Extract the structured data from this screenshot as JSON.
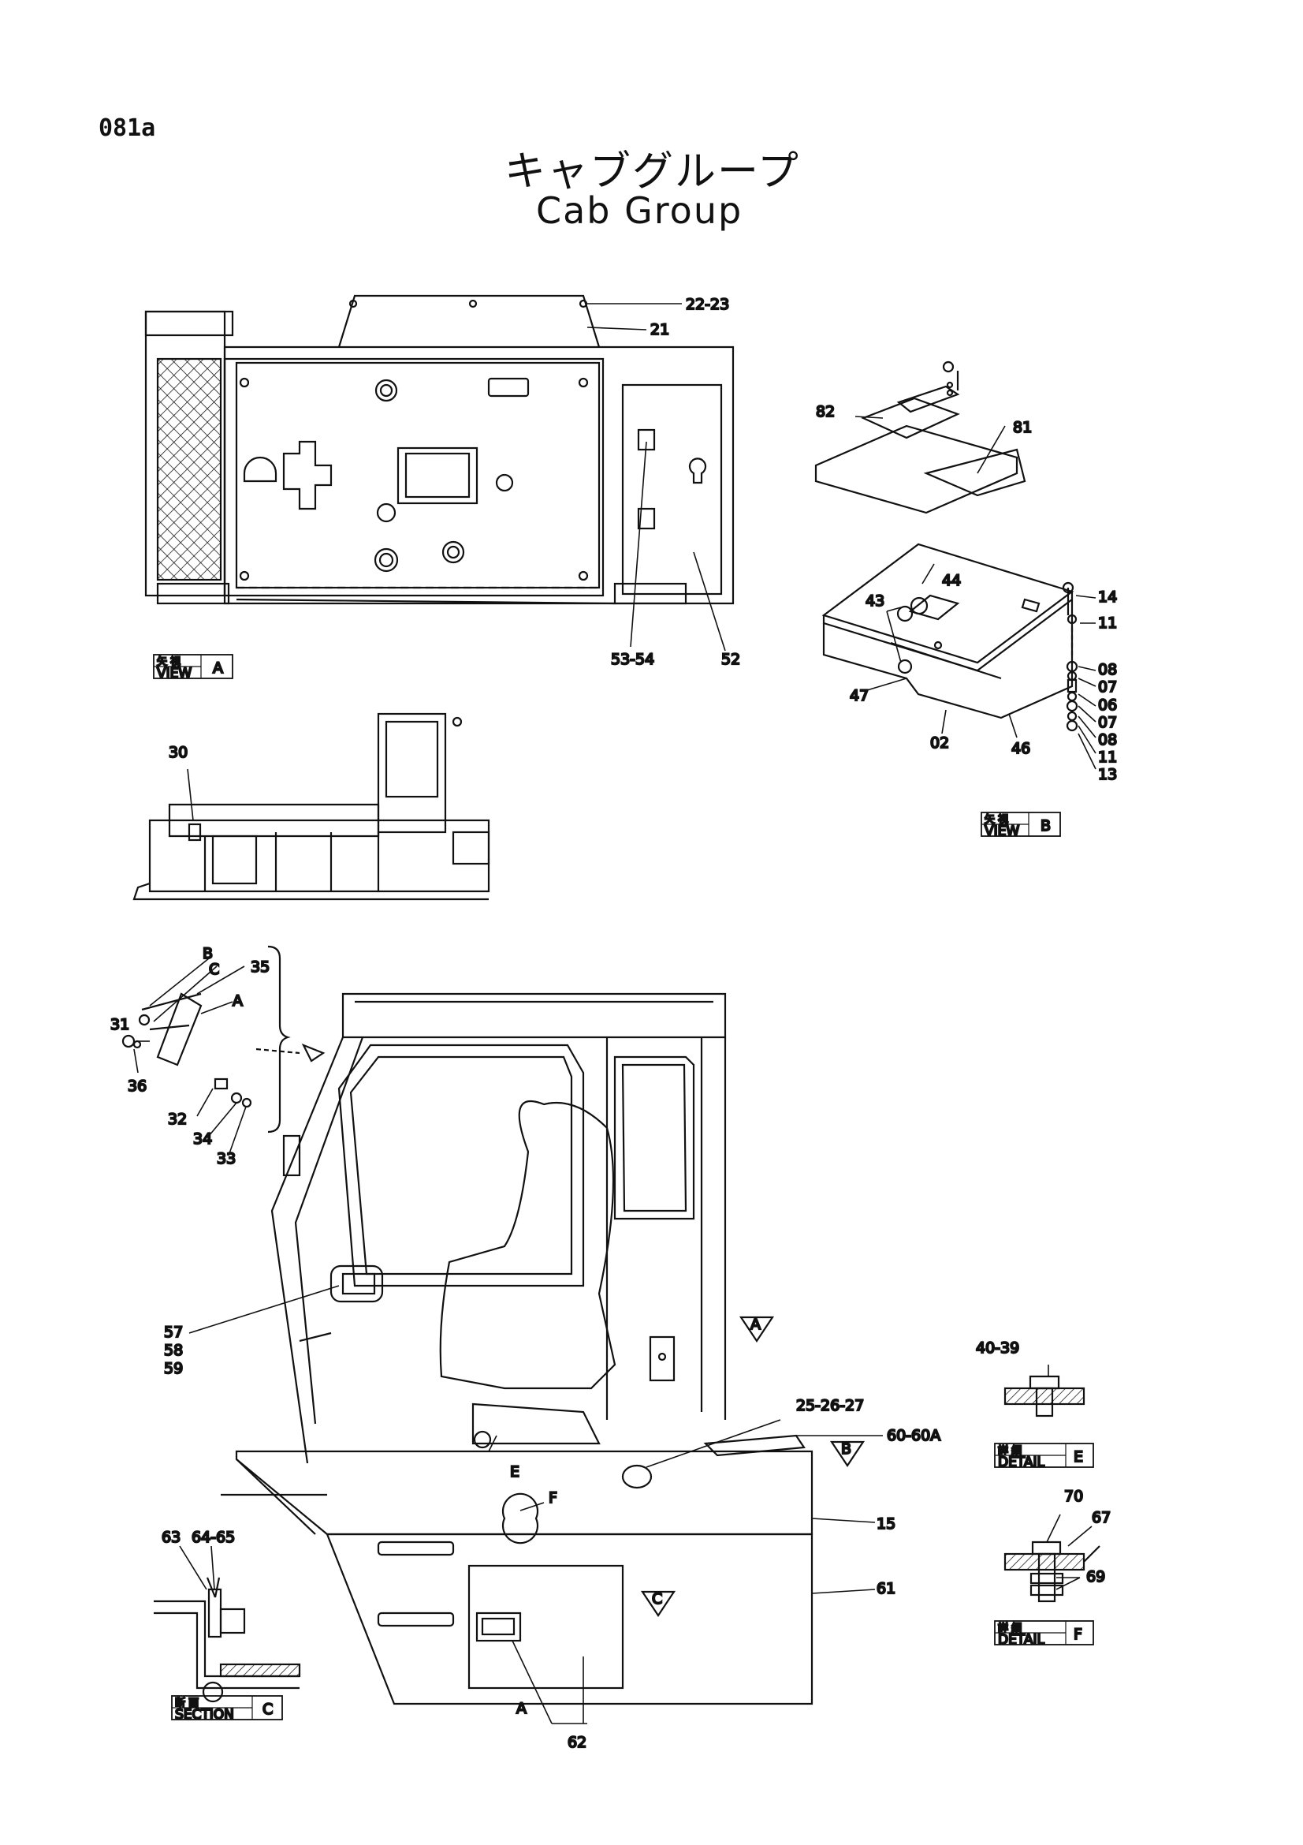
{
  "page_code": "081a",
  "title_ja": "キャブグループ",
  "title_en": "Cab Group",
  "views": [
    {
      "ja": "矢 視",
      "en": "VIEW",
      "letter": "A"
    },
    {
      "ja": "矢 視",
      "en": "VIEW",
      "letter": "B"
    },
    {
      "ja": "詳 細",
      "en": "DETAIL",
      "letter": "E"
    },
    {
      "ja": "詳 細",
      "en": "DETAIL",
      "letter": "F"
    },
    {
      "ja": "断 面",
      "en": "SECTION",
      "letter": "C"
    }
  ],
  "part_labels": {
    "p22_23": "22-23",
    "p21": "21",
    "p53_54": "53-54",
    "p52": "52",
    "p82": "82",
    "p81": "81",
    "p44": "44",
    "p43": "43",
    "p14": "14",
    "p11a": "11",
    "p08a": "08",
    "p07a": "07",
    "p06": "06",
    "p07b": "07",
    "p08b": "08",
    "p11b": "11",
    "p13": "13",
    "p47": "47",
    "p02": "02",
    "p46": "46",
    "p30": "30",
    "pB": "B",
    "pC": "C",
    "p35": "35",
    "pA1": "A",
    "p31": "31",
    "p36": "36",
    "p32": "32",
    "p34": "34",
    "p33": "33",
    "p57": "57",
    "p58": "58",
    "p59": "59",
    "p25_27": "25-26-27",
    "p60": "60-60A",
    "p15": "15",
    "p61": "61",
    "p62": "62",
    "pA2": "A",
    "pE": "E",
    "pF": "F",
    "p63": "63",
    "p64_65": "64-65",
    "p40_39": "40-39",
    "p70": "70",
    "p67": "67",
    "p69": "69"
  },
  "arrow_markers": {
    "a": "A",
    "b": "B",
    "c": "C"
  }
}
